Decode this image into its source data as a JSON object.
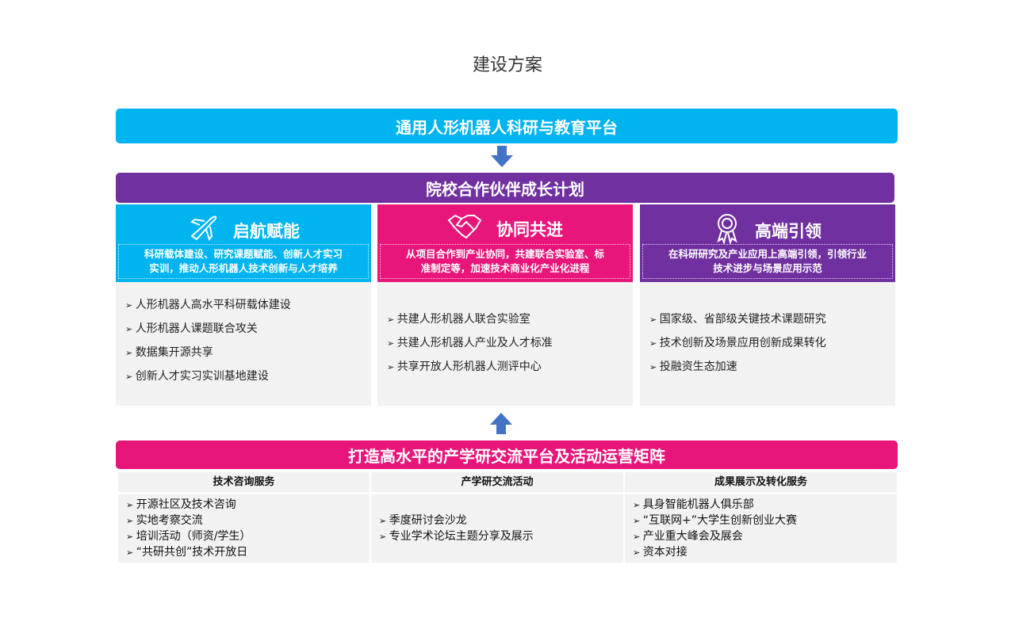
{
  "title": "建设方案",
  "top_bar": "通用人形机器人科研与教育平台",
  "mid_bar": "院校合作伙伴成长计划",
  "columns": [
    {
      "title": "启航赋能",
      "icon": "airplane-icon",
      "color": "#00B4F0",
      "desc": [
        "科研载体建设、研究课题赋能、创新人才实习",
        "实训，推动人形机器人技术创新与人才培养"
      ],
      "items": [
        "人形机器人高水平科研载体建设",
        "人形机器人课题联合攻关",
        "数据集开源共享",
        "创新人才实习实训基地建设"
      ]
    },
    {
      "title": "协同共进",
      "icon": "handshake-icon",
      "color": "#E8157A",
      "desc": [
        "从项目合作到产业协同，共建联合实验室、标",
        "准制定等，加速技术商业化产业化进程"
      ],
      "items": [
        "共建人形机器人联合实验室",
        "共建人形机器人产业及人才标准",
        "共享开放人形机器人测评中心"
      ]
    },
    {
      "title": "高端引领",
      "icon": "award-ribbon-icon",
      "color": "#7030A0",
      "desc": [
        "在科研研究及产业应用上高端引领，引领行业",
        "技术进步与场景应用示范"
      ],
      "items": [
        "国家级、省部级关键技术课题研究",
        "技术创新及场景应用创新成果转化",
        "投融资生态加速"
      ]
    }
  ],
  "bottom_bar": "打造高水平的产学研交流平台及活动运营矩阵",
  "table": [
    {
      "header": "技术咨询服务",
      "items": [
        "开源社区及技术咨询",
        "实地考察交流",
        "培训活动（师资/学生）",
        "“共研共创”技术开放日"
      ]
    },
    {
      "header": "产学研交流活动",
      "items": [
        "季度研讨会沙龙",
        "专业学术论坛主题分享及展示"
      ]
    },
    {
      "header": "成果展示及转化服务",
      "items": [
        "具身智能机器人俱乐部",
        "“互联网+”大学生创新创业大赛",
        "产业重大峰会及展会",
        "资本对接"
      ]
    }
  ]
}
